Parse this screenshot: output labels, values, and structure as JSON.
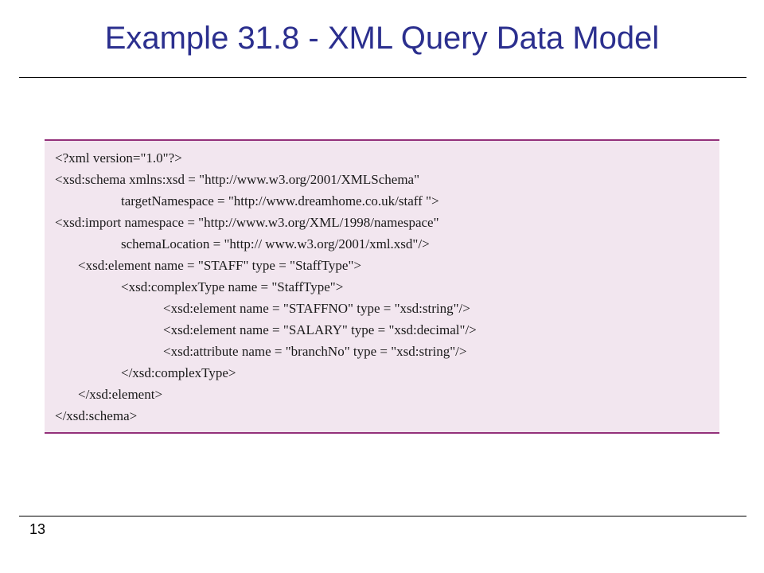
{
  "slide": {
    "title": "Example 31.8 - XML Query Data Model",
    "page_number": "13"
  },
  "code": {
    "lines": [
      {
        "text": "<?xml version=\"1.0\"?>"
      },
      {
        "text": "<xsd:schema xmlns:xsd = \"http://www.w3.org/2001/XMLSchema\""
      },
      {
        "text": "targetNamespace = \"http://www.dreamhome.co.uk/staff \">"
      },
      {
        "text": "<xsd:import namespace = \"http://www.w3.org/XML/1998/namespace\""
      },
      {
        "text": "schemaLocation = \"http:// www.w3.org/2001/xml.xsd\"/>"
      },
      {
        "text": "<xsd:element name = \"STAFF\" type = \"StaffType\">"
      },
      {
        "text": "<xsd:complexType name = \"StaffType\">"
      },
      {
        "text": "<xsd:element name = \"STAFFNO\" type = \"xsd:string\"/>"
      },
      {
        "text": "<xsd:element name = \"SALARY\" type = \"xsd:decimal\"/>"
      },
      {
        "text": "<xsd:attribute name = \"branchNo\" type = \"xsd:string\"/>"
      },
      {
        "text": "</xsd:complexType>"
      },
      {
        "text": "</xsd:element>"
      },
      {
        "text": "</xsd:schema>"
      }
    ]
  }
}
